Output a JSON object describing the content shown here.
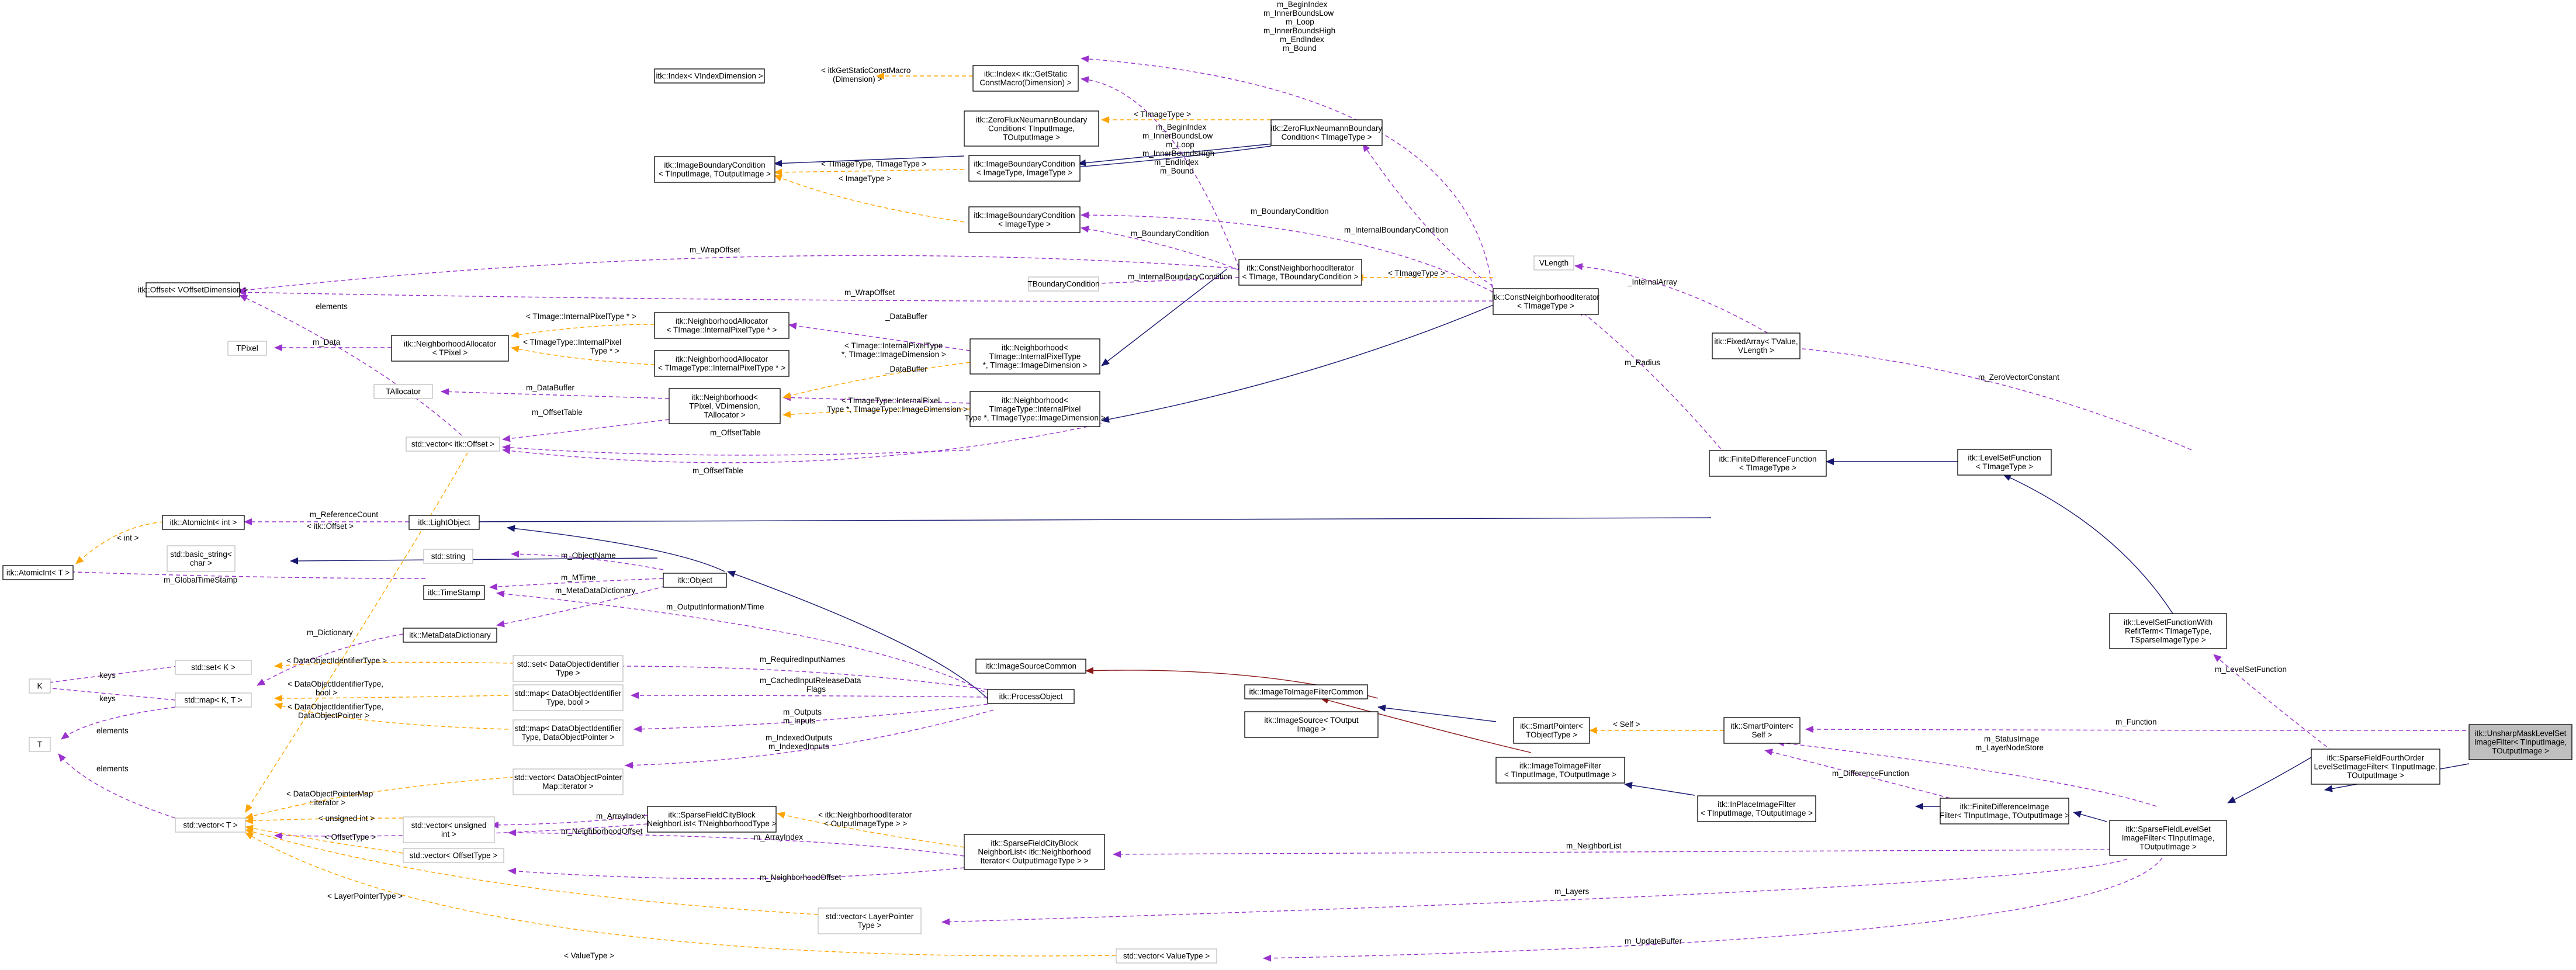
{
  "colors": {
    "inheritance": "#191970",
    "usage": "#9a32cd",
    "template": "#ffa500",
    "protected_inheritance": "#8b1a1a",
    "focus_fill": "#bfbfbf",
    "external_border": "#bfbfbf"
  },
  "nodes": [
    {
      "id": "focus",
      "lines": [
        "itk::UnsharpMaskLevelSet",
        "ImageFilter< TInputImage,",
        "TOutputImage >"
      ],
      "style": "focus"
    },
    {
      "id": "sffo",
      "lines": [
        "itk::SparseFieldFourthOrder",
        "LevelSetImageFilter< TInputImage,",
        "TOutputImage >"
      ]
    },
    {
      "id": "sfls",
      "lines": [
        "itk::SparseFieldLevelSet",
        "ImageFilter< TInputImage,",
        "TOutputImage >"
      ]
    },
    {
      "id": "fdif",
      "lines": [
        "itk::FiniteDifferenceImage",
        "Filter< TInputImage, TOutputImage >"
      ]
    },
    {
      "id": "inplace",
      "lines": [
        "itk::InPlaceImageFilter",
        "< TInputImage, TOutputImage >"
      ]
    },
    {
      "id": "i2i",
      "lines": [
        "itk::ImageToImageFilter",
        "< TInputImage, TOutputImage >"
      ]
    },
    {
      "id": "isrc",
      "lines": [
        "itk::ImageSource< TOutput",
        "Image >"
      ]
    },
    {
      "id": "i2ic",
      "lines": [
        "itk::ImageToImageFilterCommon"
      ]
    },
    {
      "id": "isc",
      "lines": [
        "itk::ImageSourceCommon"
      ]
    },
    {
      "id": "procobj",
      "lines": [
        "itk::ProcessObject"
      ]
    },
    {
      "id": "object",
      "lines": [
        "itk::Object"
      ]
    },
    {
      "id": "light",
      "lines": [
        "itk::LightObject"
      ]
    },
    {
      "id": "atomic_int",
      "lines": [
        "itk::AtomicInt< int >"
      ]
    },
    {
      "id": "atomic_t",
      "lines": [
        "itk::AtomicInt< T >"
      ]
    },
    {
      "id": "basic_string",
      "lines": [
        "std::basic_string<",
        "char >"
      ],
      "style": "ext"
    },
    {
      "id": "string",
      "lines": [
        "std::string"
      ],
      "style": "ext"
    },
    {
      "id": "timestamp",
      "lines": [
        "itk::TimeStamp"
      ]
    },
    {
      "id": "metadict",
      "lines": [
        "itk::MetaDataDictionary"
      ]
    },
    {
      "id": "set_k",
      "lines": [
        "std::set< K >"
      ],
      "style": "ext"
    },
    {
      "id": "set_doi",
      "lines": [
        "std::set< DataObjectIdentifier",
        "Type >"
      ],
      "style": "ext"
    },
    {
      "id": "map_doi_bool",
      "lines": [
        "std::map< DataObjectIdentifier",
        "Type, bool >"
      ],
      "style": "ext"
    },
    {
      "id": "map_doi_ptr",
      "lines": [
        "std::map< DataObjectIdentifier",
        "Type, DataObjectPointer >"
      ],
      "style": "ext"
    },
    {
      "id": "map_kt",
      "lines": [
        "std::map< K, T >"
      ],
      "style": "ext"
    },
    {
      "id": "K",
      "lines": [
        "K"
      ],
      "style": "ext"
    },
    {
      "id": "T",
      "lines": [
        "T"
      ],
      "style": "ext"
    },
    {
      "id": "vec_t",
      "lines": [
        "std::vector< T >"
      ],
      "style": "ext"
    },
    {
      "id": "vec_dop",
      "lines": [
        "std::vector< DataObjectPointer",
        "Map::iterator >"
      ],
      "style": "ext"
    },
    {
      "id": "vec_uint",
      "lines": [
        "std::vector< unsigned",
        "int >"
      ],
      "style": "ext"
    },
    {
      "id": "vec_offset_type",
      "lines": [
        "std::vector< OffsetType >"
      ],
      "style": "ext"
    },
    {
      "id": "vec_layer",
      "lines": [
        "std::vector< LayerPointer",
        "Type >"
      ],
      "style": "ext"
    },
    {
      "id": "vec_value",
      "lines": [
        "std::vector< ValueType >"
      ],
      "style": "ext"
    },
    {
      "id": "sfcb1",
      "lines": [
        "itk::SparseFieldCityBlock",
        "NeighborList< TNeighborhoodType >"
      ]
    },
    {
      "id": "sfcb2",
      "lines": [
        "itk::SparseFieldCityBlock",
        "NeighborList< itk::Neighborhood",
        "Iterator< OutputImageType > >"
      ]
    },
    {
      "id": "smart_self",
      "lines": [
        "itk::SmartPointer<",
        "Self >"
      ]
    },
    {
      "id": "smart_obj",
      "lines": [
        "itk::SmartPointer<",
        "TObjectType >"
      ]
    },
    {
      "id": "lsfwr",
      "lines": [
        "itk::LevelSetFunctionWith",
        "RefitTerm< TImageType,",
        "TSparseImageType >"
      ]
    },
    {
      "id": "lsf",
      "lines": [
        "itk::LevelSetFunction",
        "< TImageType >"
      ]
    },
    {
      "id": "fdf",
      "lines": [
        "itk::FiniteDifferenceFunction",
        "< TImageType >"
      ]
    },
    {
      "id": "fixedarray",
      "lines": [
        "itk::FixedArray< TValue,",
        "VLength >"
      ]
    },
    {
      "id": "vlength",
      "lines": [
        "VLength"
      ],
      "style": "ext"
    },
    {
      "id": "cni",
      "lines": [
        "itk::ConstNeighborhoodIterator",
        "< TImageType >"
      ]
    },
    {
      "id": "cni2",
      "lines": [
        "itk::ConstNeighborhoodIterator",
        "< TImage, TBoundaryCondition >"
      ]
    },
    {
      "id": "tboundary",
      "lines": [
        "TBoundaryCondition"
      ],
      "style": "ext"
    },
    {
      "id": "ibc_t",
      "lines": [
        "itk::ImageBoundaryCondition",
        "< ImageType >"
      ]
    },
    {
      "id": "ibc_tt",
      "lines": [
        "itk::ImageBoundaryCondition",
        "< ImageType, ImageType >"
      ]
    },
    {
      "id": "ibc_io",
      "lines": [
        "itk::ImageBoundaryCondition",
        "< TInputImage, TOutputImage >"
      ]
    },
    {
      "id": "zfn1",
      "lines": [
        "itk::ZeroFluxNeumannBoundary",
        "Condition< TInputImage,",
        "TOutputImage >"
      ]
    },
    {
      "id": "zfn2",
      "lines": [
        "itk::ZeroFluxNeumannBoundary",
        "Condition< TImageType >"
      ]
    },
    {
      "id": "index_d",
      "lines": [
        "itk::Index< itk::GetStatic",
        "ConstMacro(Dimension) >"
      ]
    },
    {
      "id": "index_v",
      "lines": [
        "itk::Index< VIndexDimension >"
      ]
    },
    {
      "id": "offset_v",
      "lines": [
        "itk::Offset< VOffsetDimension >"
      ]
    },
    {
      "id": "na_tpixel",
      "lines": [
        "itk::NeighborhoodAllocator",
        "< TPixel >"
      ]
    },
    {
      "id": "tpixel",
      "lines": [
        "TPixel"
      ],
      "style": "ext"
    },
    {
      "id": "na_internal",
      "lines": [
        "itk::NeighborhoodAllocator",
        "< TImage::InternalPixelType * >"
      ]
    },
    {
      "id": "na_timagetype",
      "lines": [
        "itk::NeighborhoodAllocator",
        "< TImageType::InternalPixelType * >"
      ]
    },
    {
      "id": "nb_tpixel",
      "lines": [
        "itk::Neighborhood<",
        "TPixel, VDimension,",
        "TAllocator >"
      ]
    },
    {
      "id": "tallocator",
      "lines": [
        "TAllocator"
      ],
      "style": "ext"
    },
    {
      "id": "nb_timage",
      "lines": [
        "itk::Neighborhood<",
        "TImage::InternalPixelType",
        "*, TImage::ImageDimension >"
      ]
    },
    {
      "id": "nb_timagetype",
      "lines": [
        "itk::Neighborhood<",
        "TImageType::InternalPixel",
        "Type *, TImageType::ImageDimension >"
      ]
    },
    {
      "id": "vec_offset",
      "lines": [
        "std::vector< itk::Offset >"
      ],
      "style": "ext"
    }
  ],
  "edge_labels": [
    {
      "id": "l_function",
      "text": "m_Function"
    },
    {
      "id": "l_levelsetfunction",
      "text": "m_LevelSetFunction"
    },
    {
      "id": "l_statusimage",
      "text": "m_StatusImage"
    },
    {
      "id": "l_layernodestore",
      "text": "m_LayerNodeStore"
    },
    {
      "id": "l_difffunction",
      "text": "m_DifferenceFunction"
    },
    {
      "id": "l_self",
      "text": "< Self >"
    },
    {
      "id": "l_neighborlist",
      "text": "m_NeighborList"
    },
    {
      "id": "l_layers",
      "text": "m_Layers"
    },
    {
      "id": "l_updatebuffer",
      "text": "m_UpdateBuffer"
    },
    {
      "id": "l_zerovector",
      "text": "m_ZeroVectorConstant"
    },
    {
      "id": "l_radius",
      "text": "m_Radius"
    },
    {
      "id": "l_internalarray",
      "text": "_InternalArray"
    },
    {
      "id": "l_timagetype",
      "text": "< TImageType >"
    },
    {
      "id": "l_int_bc1",
      "text": "m_InternalBoundaryCondition"
    },
    {
      "id": "l_int_bc2",
      "text": "m_InternalBoundaryCondition"
    },
    {
      "id": "l_bc1",
      "text": "m_BoundaryCondition"
    },
    {
      "id": "l_bc2",
      "text": "m_BoundaryCondition"
    },
    {
      "id": "l_bi1",
      "text": "m_BeginIndex"
    },
    {
      "id": "l_bi2",
      "text": "m_InnerBoundsLow"
    },
    {
      "id": "l_bi3",
      "text": "m_Loop"
    },
    {
      "id": "l_bi4",
      "text": "m_InnerBoundsHigh"
    },
    {
      "id": "l_bi5",
      "text": "m_EndIndex"
    },
    {
      "id": "l_bi6",
      "text": "m_Bound"
    },
    {
      "id": "l_tb1",
      "text": "m_BeginIndex"
    },
    {
      "id": "l_tb2",
      "text": "m_InnerBoundsLow"
    },
    {
      "id": "l_tb3",
      "text": "m_Loop"
    },
    {
      "id": "l_tb4",
      "text": "m_InnerBoundsHigh"
    },
    {
      "id": "l_tb5",
      "text": "m_EndIndex"
    },
    {
      "id": "l_tb6",
      "text": "m_Bound"
    },
    {
      "id": "l_getstatic1",
      "text": "< itkGetStaticConstMacro"
    },
    {
      "id": "l_getstatic2",
      "text": "(Dimension) >"
    },
    {
      "id": "l_timagetype2",
      "text": "< TImageType >"
    },
    {
      "id": "l_timagetype_pair",
      "text": "< TImageType, TImageType >"
    },
    {
      "id": "l_imagetype",
      "text": "< ImageType >"
    },
    {
      "id": "l_wrapoffset1",
      "text": "m_WrapOffset"
    },
    {
      "id": "l_wrapoffset2",
      "text": "m_WrapOffset"
    },
    {
      "id": "l_databuffer1",
      "text": "_DataBuffer"
    },
    {
      "id": "l_databuffer2",
      "text": "_DataBuffer"
    },
    {
      "id": "l_databuffer3",
      "text": "m_DataBuffer"
    },
    {
      "id": "l_data",
      "text": "m_Data"
    },
    {
      "id": "l_elements1",
      "text": "elements"
    },
    {
      "id": "l_elements2",
      "text": "elements"
    },
    {
      "id": "l_elements3",
      "text": "elements"
    },
    {
      "id": "l_timage_ipt1",
      "text": "< TImage::InternalPixelType * >"
    },
    {
      "id": "l_timagetype_ipt1",
      "text": "< TImageType::InternalPixel"
    },
    {
      "id": "l_timagetype_ipt2",
      "text": "Type * >"
    },
    {
      "id": "l_timage_ipt_dim1",
      "text": "< TImage::InternalPixelType"
    },
    {
      "id": "l_timage_ipt_dim2",
      "text": "*, TImage::ImageDimension >"
    },
    {
      "id": "l_timagetype_ipt_dim1",
      "text": "< TImageType::InternalPixel"
    },
    {
      "id": "l_timagetype_ipt_dim2",
      "text": "Type *, TImageType::ImageDimension >"
    },
    {
      "id": "l_offsettable1",
      "text": "m_OffsetTable"
    },
    {
      "id": "l_offsettable2",
      "text": "m_OffsetTable"
    },
    {
      "id": "l_offsettable3",
      "text": "m_OffsetTable"
    },
    {
      "id": "l_itkoffset",
      "text": "< itk::Offset >"
    },
    {
      "id": "l_int",
      "text": "< int >"
    },
    {
      "id": "l_refcount",
      "text": "m_ReferenceCount"
    },
    {
      "id": "l_objectname",
      "text": "m_ObjectName"
    },
    {
      "id": "l_mtime",
      "text": "m_MTime"
    },
    {
      "id": "l_globaltimestamp",
      "text": "m_GlobalTimeStamp"
    },
    {
      "id": "l_metadatadict",
      "text": "m_MetaDataDictionary"
    },
    {
      "id": "l_outputinfo",
      "text": "m_OutputInformationMTime"
    },
    {
      "id": "l_dictionary",
      "text": "m_Dictionary"
    },
    {
      "id": "l_doitype1",
      "text": "< DataObjectIdentifierType >"
    },
    {
      "id": "l_reqinputs",
      "text": "m_RequiredInputNames"
    },
    {
      "id": "l_cached1",
      "text": "m_CachedInputReleaseData"
    },
    {
      "id": "l_cached2",
      "text": "Flags"
    },
    {
      "id": "l_outputs",
      "text": "m_Outputs"
    },
    {
      "id": "l_inputs",
      "text": "m_Inputs"
    },
    {
      "id": "l_keys1",
      "text": "keys"
    },
    {
      "id": "l_keys2",
      "text": "keys"
    },
    {
      "id": "l_doi_bool1",
      "text": "< DataObjectIdentifierType,"
    },
    {
      "id": "l_doi_bool2",
      "text": "bool >"
    },
    {
      "id": "l_doi_ptr1",
      "text": "< DataObjectIdentifierType,"
    },
    {
      "id": "l_doi_ptr2",
      "text": "DataObjectPointer >"
    },
    {
      "id": "l_indexedoutputs",
      "text": "m_IndexedOutputs"
    },
    {
      "id": "l_indexedinputs",
      "text": "m_IndexedInputs"
    },
    {
      "id": "l_dopm1",
      "text": "< DataObjectPointerMap"
    },
    {
      "id": "l_dopm2",
      "text": "::iterator >"
    },
    {
      "id": "l_arrayindex1",
      "text": "m_ArrayIndex"
    },
    {
      "id": "l_arrayindex2",
      "text": "m_ArrayIndex"
    },
    {
      "id": "l_nboffset1",
      "text": "m_NeighborhoodOffset"
    },
    {
      "id": "l_nboffset2",
      "text": "m_NeighborhoodOffset"
    },
    {
      "id": "l_uint",
      "text": "< unsigned int >"
    },
    {
      "id": "l_offsettype",
      "text": "< OffsetType >"
    },
    {
      "id": "l_layerpointer",
      "text": "< LayerPointerType >"
    },
    {
      "id": "l_valuetype",
      "text": "< ValueType >"
    },
    {
      "id": "l_nbiter1",
      "text": "< itk::NeighborhoodIterator"
    },
    {
      "id": "l_nbiter2",
      "text": "< OutputImageType > >"
    }
  ]
}
